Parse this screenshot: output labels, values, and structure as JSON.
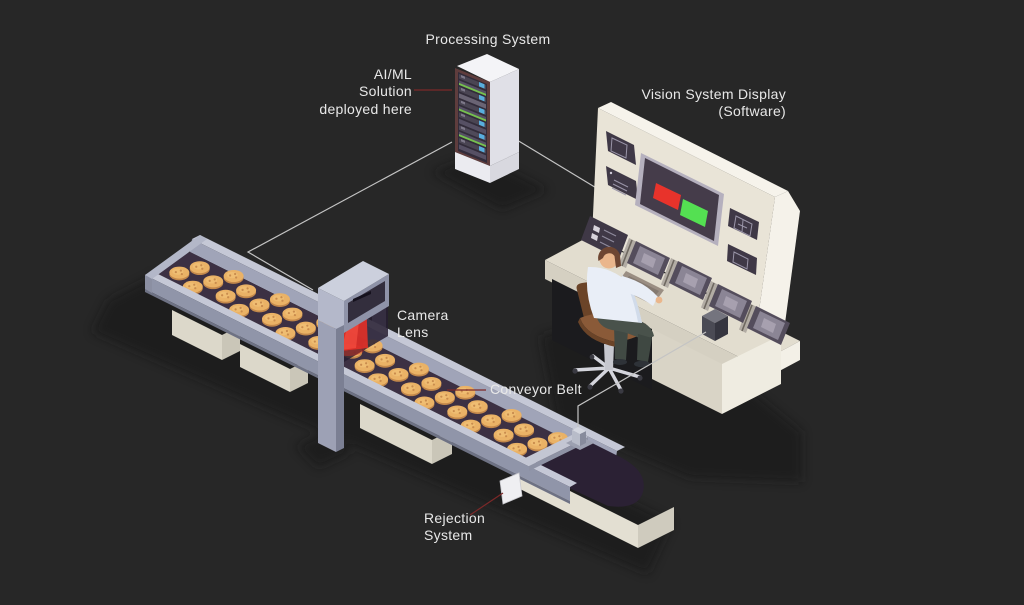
{
  "title": "AI/ML vision inspection system diagram",
  "labels": {
    "processing_system": "Processing System",
    "aiml_solution": "AI/ML\nSolution\ndeployed here",
    "vision_display": "Vision System Display\n(Software)",
    "camera_lens": "Camera\nLens",
    "conveyor_belt": "Conveyor Belt",
    "rejection_system": "Rejection\nSystem"
  },
  "colors": {
    "background": "#272727",
    "text": "#e8e8e8",
    "label_line_red": "#7c2828",
    "wire_gray": "#c4c4c4",
    "screen_red": "#e8332b",
    "screen_green": "#54e052",
    "belt": "#3c3043",
    "cookie": "#eab266",
    "console_cream": "#e9e4d7",
    "rack_frame_maroon": "#5f3d3d",
    "gantry_gray": "#b4b8ca",
    "beam_red": "#e03028",
    "shirt": "#e9eef7",
    "chair_brown": "#8a5a38"
  }
}
